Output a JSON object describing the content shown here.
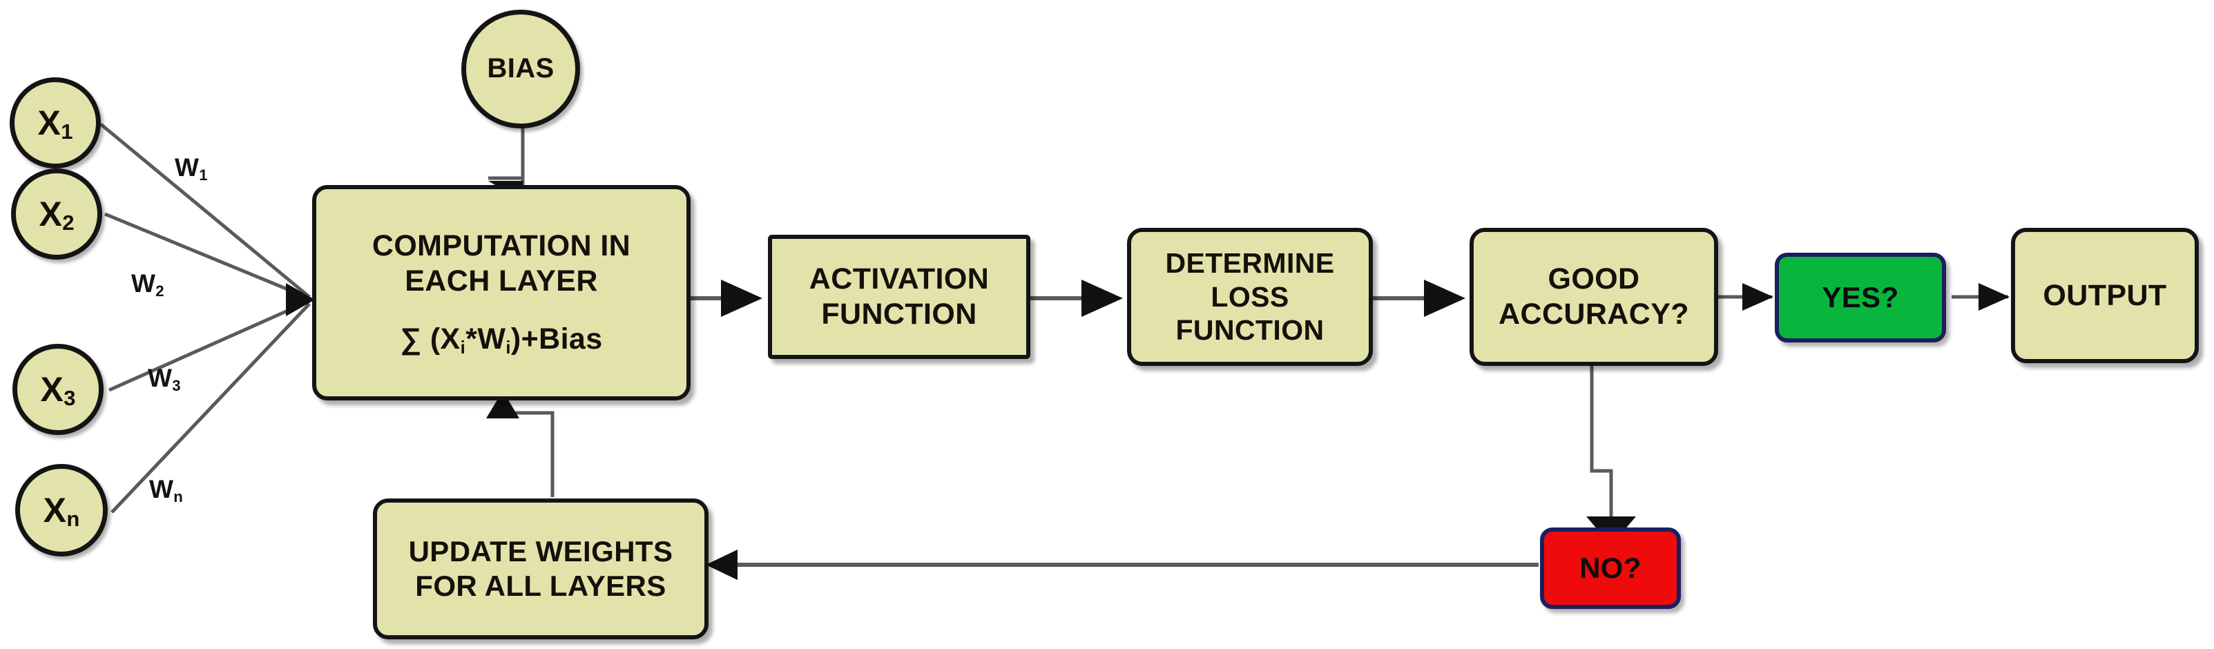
{
  "diagram": {
    "title": "Neural network training flow",
    "background": "#ffffff",
    "colors": {
      "node_fill": "#e2e2ab",
      "node_stroke": "#141414",
      "yes_fill": "#08b63e",
      "no_fill": "#ee0b0b",
      "decision_stroke": "#1b1f5e",
      "edge_stroke": "#5a5a5a",
      "text": "#15100a"
    }
  },
  "inputs": [
    {
      "id": "x1",
      "label": "X",
      "sub": "1",
      "weight_label": "W",
      "weight_sub": "1"
    },
    {
      "id": "x2",
      "label": "X",
      "sub": "2",
      "weight_label": "W",
      "weight_sub": "2"
    },
    {
      "id": "x3",
      "label": "X",
      "sub": "3",
      "weight_label": "W",
      "weight_sub": "3"
    },
    {
      "id": "xn",
      "label": "X",
      "sub": "n",
      "weight_label": "W",
      "weight_sub": "n"
    }
  ],
  "nodes": {
    "bias": {
      "label": "BIAS",
      "shape": "circle"
    },
    "computation": {
      "line1": "COMPUTATION IN",
      "line2": "EACH LAYER",
      "formula_prefix": "∑ (X",
      "formula_sub1": "i",
      "formula_mid": "*W",
      "formula_sub2": "i",
      "formula_suffix": ")+Bias",
      "shape": "rounded-rect"
    },
    "activation": {
      "line1": "ACTIVATION",
      "line2": "FUNCTION",
      "shape": "rect"
    },
    "loss": {
      "line1": "DETERMINE",
      "line2": "LOSS",
      "line3": "FUNCTION",
      "shape": "rounded-rect"
    },
    "accuracy": {
      "line1": "GOOD",
      "line2": "ACCURACY?",
      "shape": "rounded-rect"
    },
    "yes": {
      "label": "YES?",
      "shape": "rounded-rect",
      "state": "positive"
    },
    "no": {
      "label": "NO?",
      "shape": "rounded-rect",
      "state": "negative"
    },
    "output": {
      "label": "OUTPUT",
      "shape": "rounded-rect"
    },
    "update_weights": {
      "line1": "UPDATE WEIGHTS",
      "line2": "FOR ALL LAYERS",
      "shape": "rounded-rect"
    }
  },
  "edges": [
    {
      "from": "x1",
      "to": "computation",
      "label": "W1"
    },
    {
      "from": "x2",
      "to": "computation",
      "label": "W2"
    },
    {
      "from": "x3",
      "to": "computation",
      "label": "W3"
    },
    {
      "from": "xn",
      "to": "computation",
      "label": "Wn"
    },
    {
      "from": "bias",
      "to": "computation",
      "label": ""
    },
    {
      "from": "computation",
      "to": "activation",
      "label": ""
    },
    {
      "from": "activation",
      "to": "loss",
      "label": ""
    },
    {
      "from": "loss",
      "to": "accuracy",
      "label": ""
    },
    {
      "from": "accuracy",
      "to": "yes",
      "label": ""
    },
    {
      "from": "yes",
      "to": "output",
      "label": ""
    },
    {
      "from": "accuracy",
      "to": "no",
      "label": ""
    },
    {
      "from": "no",
      "to": "update_weights",
      "label": ""
    },
    {
      "from": "update_weights",
      "to": "computation",
      "label": ""
    }
  ]
}
